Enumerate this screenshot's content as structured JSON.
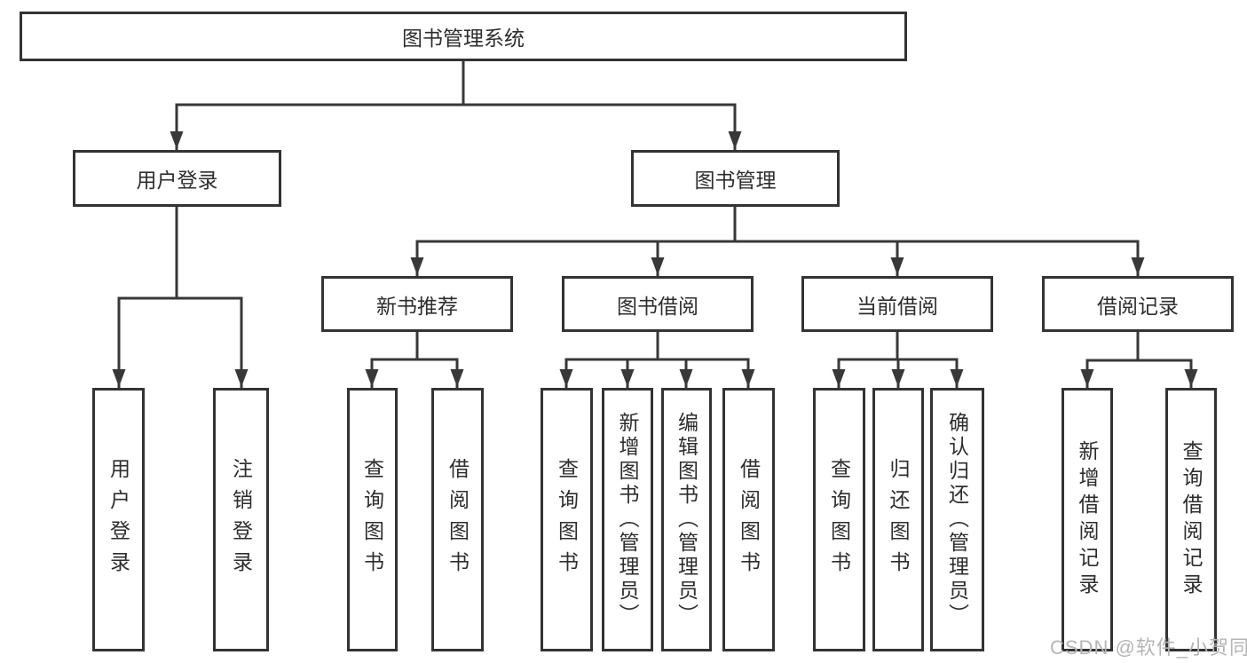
{
  "diagram": {
    "tree": {
      "label": "图书管理系统",
      "children": [
        {
          "label": "用户登录",
          "children": [
            {
              "label": "用户登录"
            },
            {
              "label": "注销登录"
            }
          ]
        },
        {
          "label": "图书管理",
          "children": [
            {
              "label": "新书推荐",
              "children": [
                {
                  "label": "查询图书"
                },
                {
                  "label": "借阅图书"
                }
              ]
            },
            {
              "label": "图书借阅",
              "children": [
                {
                  "label": "查询图书"
                },
                {
                  "label": "新增图书（管理员）"
                },
                {
                  "label": "编辑图书（管理员）"
                },
                {
                  "label": "借阅图书"
                }
              ]
            },
            {
              "label": "当前借阅",
              "children": [
                {
                  "label": "查询图书"
                },
                {
                  "label": "归还图书"
                },
                {
                  "label": "确认归还（管理员）"
                }
              ]
            },
            {
              "label": "借阅记录",
              "children": [
                {
                  "label": "新增借阅记录"
                },
                {
                  "label": "查询借阅记录"
                }
              ]
            }
          ]
        }
      ]
    },
    "colors": {
      "line": "#383838",
      "box_border": "#333333",
      "text": "#2d2d2d",
      "background": "#ffffff",
      "watermark": "#b5b5b5"
    }
  },
  "watermark": {
    "text": "CSDN @软件_小贺同学"
  }
}
